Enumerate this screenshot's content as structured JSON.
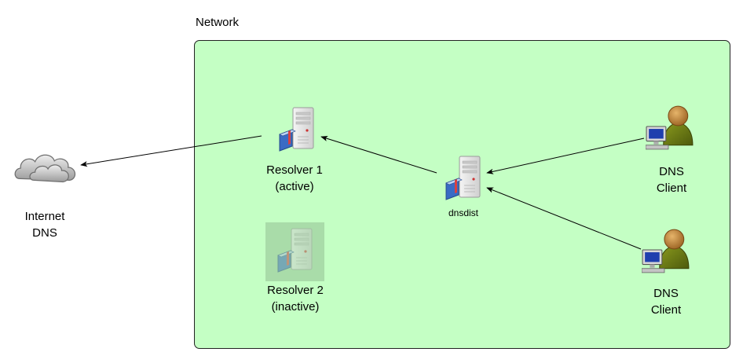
{
  "network": {
    "label": "Network"
  },
  "nodes": {
    "internet": {
      "line1": "Internet",
      "line2": "DNS",
      "icon": "cloud-icon"
    },
    "resolver1": {
      "line1": "Resolver 1",
      "line2": "(active)",
      "icon": "server-icon"
    },
    "resolver2": {
      "line1": "Resolver 2",
      "line2": "(inactive)",
      "icon": "server-icon"
    },
    "dnsdist": {
      "label": "dnsdist",
      "icon": "server-icon"
    },
    "client1": {
      "line1": "DNS",
      "line2": "Client",
      "icon": "user-workstation-icon"
    },
    "client2": {
      "line1": "DNS",
      "line2": "Client",
      "icon": "user-workstation-icon"
    }
  },
  "edges": [
    {
      "from": "resolver1",
      "to": "internet"
    },
    {
      "from": "dnsdist",
      "to": "resolver1"
    },
    {
      "from": "client1",
      "to": "dnsdist"
    },
    {
      "from": "client2",
      "to": "dnsdist"
    }
  ],
  "colors": {
    "network_fill": "#c4ffc4",
    "inactive_highlight": "#a9dca9",
    "person_body": "#6b7a16",
    "person_head": "#c08a3e"
  }
}
